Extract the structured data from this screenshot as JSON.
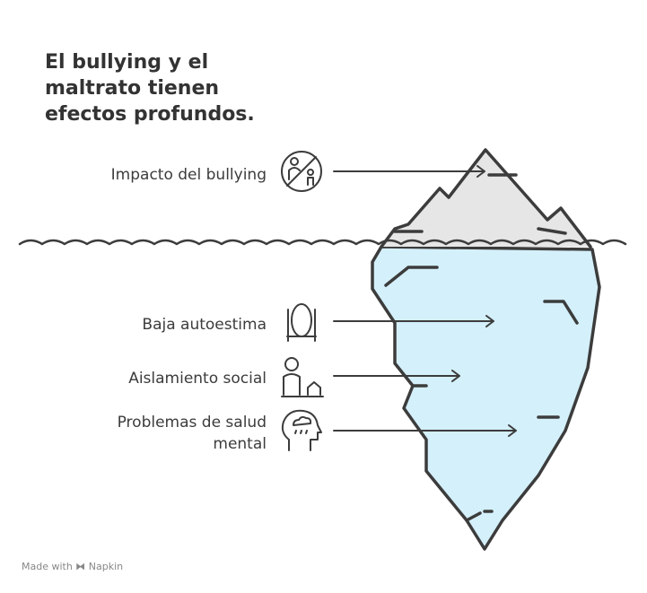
{
  "title_lines": [
    "El bullying y el",
    "maltrato tienen",
    "efectos profundos."
  ],
  "items": [
    {
      "label": "Impacto del bullying",
      "icon": "no-bullying-icon",
      "level": "above-water"
    },
    {
      "label": "Baja autoestima",
      "icon": "mirror-icon",
      "level": "below-water"
    },
    {
      "label": "Aislamiento social",
      "icon": "isolated-person-icon",
      "level": "below-water"
    },
    {
      "label_lines": [
        "Problemas de salud",
        "mental"
      ],
      "icon": "head-raincloud-icon",
      "level": "below-water"
    }
  ],
  "footer": "Made with ⧓ Napkin",
  "colors": {
    "ice_above": "#e6e6e6",
    "ice_below": "#d4f0fb",
    "stroke": "#3c3c3c"
  }
}
